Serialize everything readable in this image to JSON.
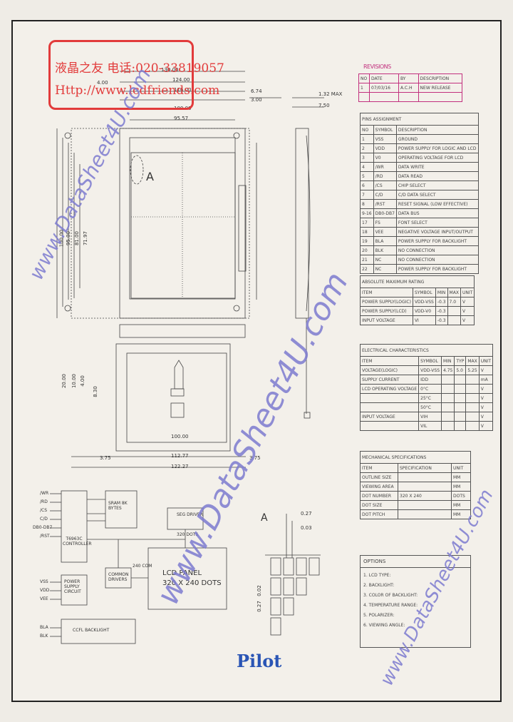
{
  "watermark_stamp": {
    "line1": "液晶之友 电话:020-33819057",
    "line2": "Http://www.lcdfriends.com"
  },
  "watermarks": [
    "www.DataSheet4U.com",
    "www.DataSheet4U.com",
    "www.DataSheet4U.com"
  ],
  "revisions": {
    "title": "REVISIONS",
    "headers": [
      "NO",
      "DATE",
      "BY",
      "DESCRIPTION"
    ],
    "rows": [
      [
        "1",
        "07/03/16",
        "A.C.H",
        "NEW RELEASE"
      ]
    ]
  },
  "pins": {
    "title": "PINS ASSIGNMENT",
    "headers": [
      "NO",
      "SYMBOL",
      "DESCRIPTION"
    ],
    "rows": [
      [
        "1",
        "VSS",
        "GROUND"
      ],
      [
        "2",
        "VDD",
        "POWER SUPPLY FOR LOGIC AND LCD"
      ],
      [
        "3",
        "V0",
        "OPERATING VOLTAGE FOR LCD"
      ],
      [
        "4",
        "/WR",
        "DATA WRITE"
      ],
      [
        "5",
        "/RD",
        "DATA READ"
      ],
      [
        "6",
        "/CS",
        "CHIP SELECT"
      ],
      [
        "7",
        "C/D",
        "C/D DATA SELECT"
      ],
      [
        "8",
        "/RST",
        "RESET SIGNAL (LOW EFFECTIVE)"
      ],
      [
        "9-16",
        "DB0-DB7",
        "DATA BUS"
      ],
      [
        "17",
        "FS",
        "FONT SELECT"
      ],
      [
        "18",
        "VEE",
        "NEGATIVE VOLTAGE INPUT/OUTPUT"
      ],
      [
        "19",
        "BLA",
        "POWER SUPPLY FOR BACKLIGHT"
      ],
      [
        "20",
        "BLK",
        "NO CONNECTION"
      ],
      [
        "21",
        "NC",
        "NO CONNECTION"
      ],
      [
        "22",
        "NC",
        "POWER SUPPLY FOR BACKLIGHT"
      ]
    ]
  },
  "abs_max": {
    "title": "ABSOLUTE MAXIMUM RATING",
    "headers": [
      "ITEM",
      "SYMBOL",
      "MIN",
      "MAX",
      "UNIT"
    ],
    "rows": [
      [
        "POWER SUPPLY(LOGIC)",
        "VDD-VSS",
        "-0.3",
        "7.0",
        "V"
      ],
      [
        "POWER SUPPLY(LCD)",
        "VDD-V0",
        "-0.3",
        "",
        "V"
      ],
      [
        "INPUT VOLTAGE",
        "VI",
        "-0.3",
        "",
        "V"
      ]
    ]
  },
  "elec": {
    "title": "ELECTRICAL CHARACTERISTICS",
    "headers": [
      "ITEM",
      "SYMBOL",
      "MIN",
      "TYP",
      "MAX",
      "UNIT"
    ],
    "rows": [
      [
        "VOLTAGE(LOGIC)",
        "VDD-VSS",
        "4.75",
        "5.0",
        "5.25",
        "V"
      ],
      [
        "SUPPLY CURRENT",
        "IDD",
        "",
        "",
        "",
        "mA"
      ],
      [
        "LCD OPERATING VOLTAGE",
        "0°C",
        "",
        "",
        "",
        "V"
      ],
      [
        "",
        "25°C",
        "",
        "",
        "",
        "V"
      ],
      [
        "",
        "50°C",
        "",
        "",
        "",
        "V"
      ],
      [
        "INPUT VOLTAGE",
        "VIH",
        "",
        "",
        "",
        "V"
      ],
      [
        "",
        "VIL",
        "",
        "",
        "",
        "V"
      ]
    ]
  },
  "mech": {
    "title": "MECHANICAL SPECIFICATIONS",
    "headers": [
      "ITEM",
      "SPECIFICATION",
      "UNIT"
    ],
    "rows": [
      [
        "OUTLINE SIZE",
        "",
        "MM"
      ],
      [
        "VIEWING AREA",
        "",
        "MM"
      ],
      [
        "DOT NUMBER",
        "320 X 240",
        "DOTS"
      ],
      [
        "DOT SIZE",
        "",
        "MM"
      ],
      [
        "DOT PITCH",
        "",
        "MM"
      ]
    ]
  },
  "options": {
    "title": "OPTIONS",
    "items": [
      "1. LCD TYPE:",
      "2. BACKLIGHT:",
      "3. COLOR OF BACKLIGHT:",
      "4. TEMPERATURE RANGE:",
      "5. POLARIZER:",
      "6. VIEWING ANGLE:"
    ]
  },
  "drawing": {
    "dims_top": [
      "130.00",
      "124.00",
      "116.00",
      "4.00",
      "100.00",
      "95.57"
    ],
    "dims_side": [
      "1.32 MAX",
      "7.50",
      "6.74",
      "3.00"
    ],
    "dims_left": [
      "100.00",
      "95.00",
      "81.00",
      "71.97"
    ],
    "dims_bottom": [
      "20.00",
      "10.00",
      "4.00",
      "8.30",
      "3.75",
      "3.75",
      "112.77",
      "122.27",
      "100.00"
    ],
    "marker_a": "A",
    "detail_a": "A",
    "detail_dims": [
      "0.27",
      "0.03",
      "0.02",
      "0.27"
    ]
  },
  "block_diagram": {
    "signals": [
      "/WR",
      "/RD",
      "/CS",
      "C/D",
      "DB0-DB7",
      "/RST"
    ],
    "power_signals": [
      "VSS",
      "VDD",
      "VEE"
    ],
    "bl_signals": [
      "BLA",
      "BLK"
    ],
    "controller": "T6963C CONTROLLER",
    "sram": "SRAM 8K BYTES",
    "seg_driver": "SEG DRIVER",
    "seg_count": "320 DOTS",
    "com_driver": "COMMON DRIVERS",
    "com_count": "240 COM",
    "lcd_panel": "LCD PANEL",
    "lcd_dots": "320 X 240 DOTS",
    "power": "POWER SUPPLY CIRCUIT",
    "backlight": "CCFL BACKLIGHT"
  },
  "logo": "Pilot",
  "colors": {
    "stamp": "#e23b3b",
    "watermark": "#7d7bd0",
    "rev_border": "#c2307e",
    "logo_green": "#1f8a3a",
    "logo_blue": "#2a55b5"
  }
}
